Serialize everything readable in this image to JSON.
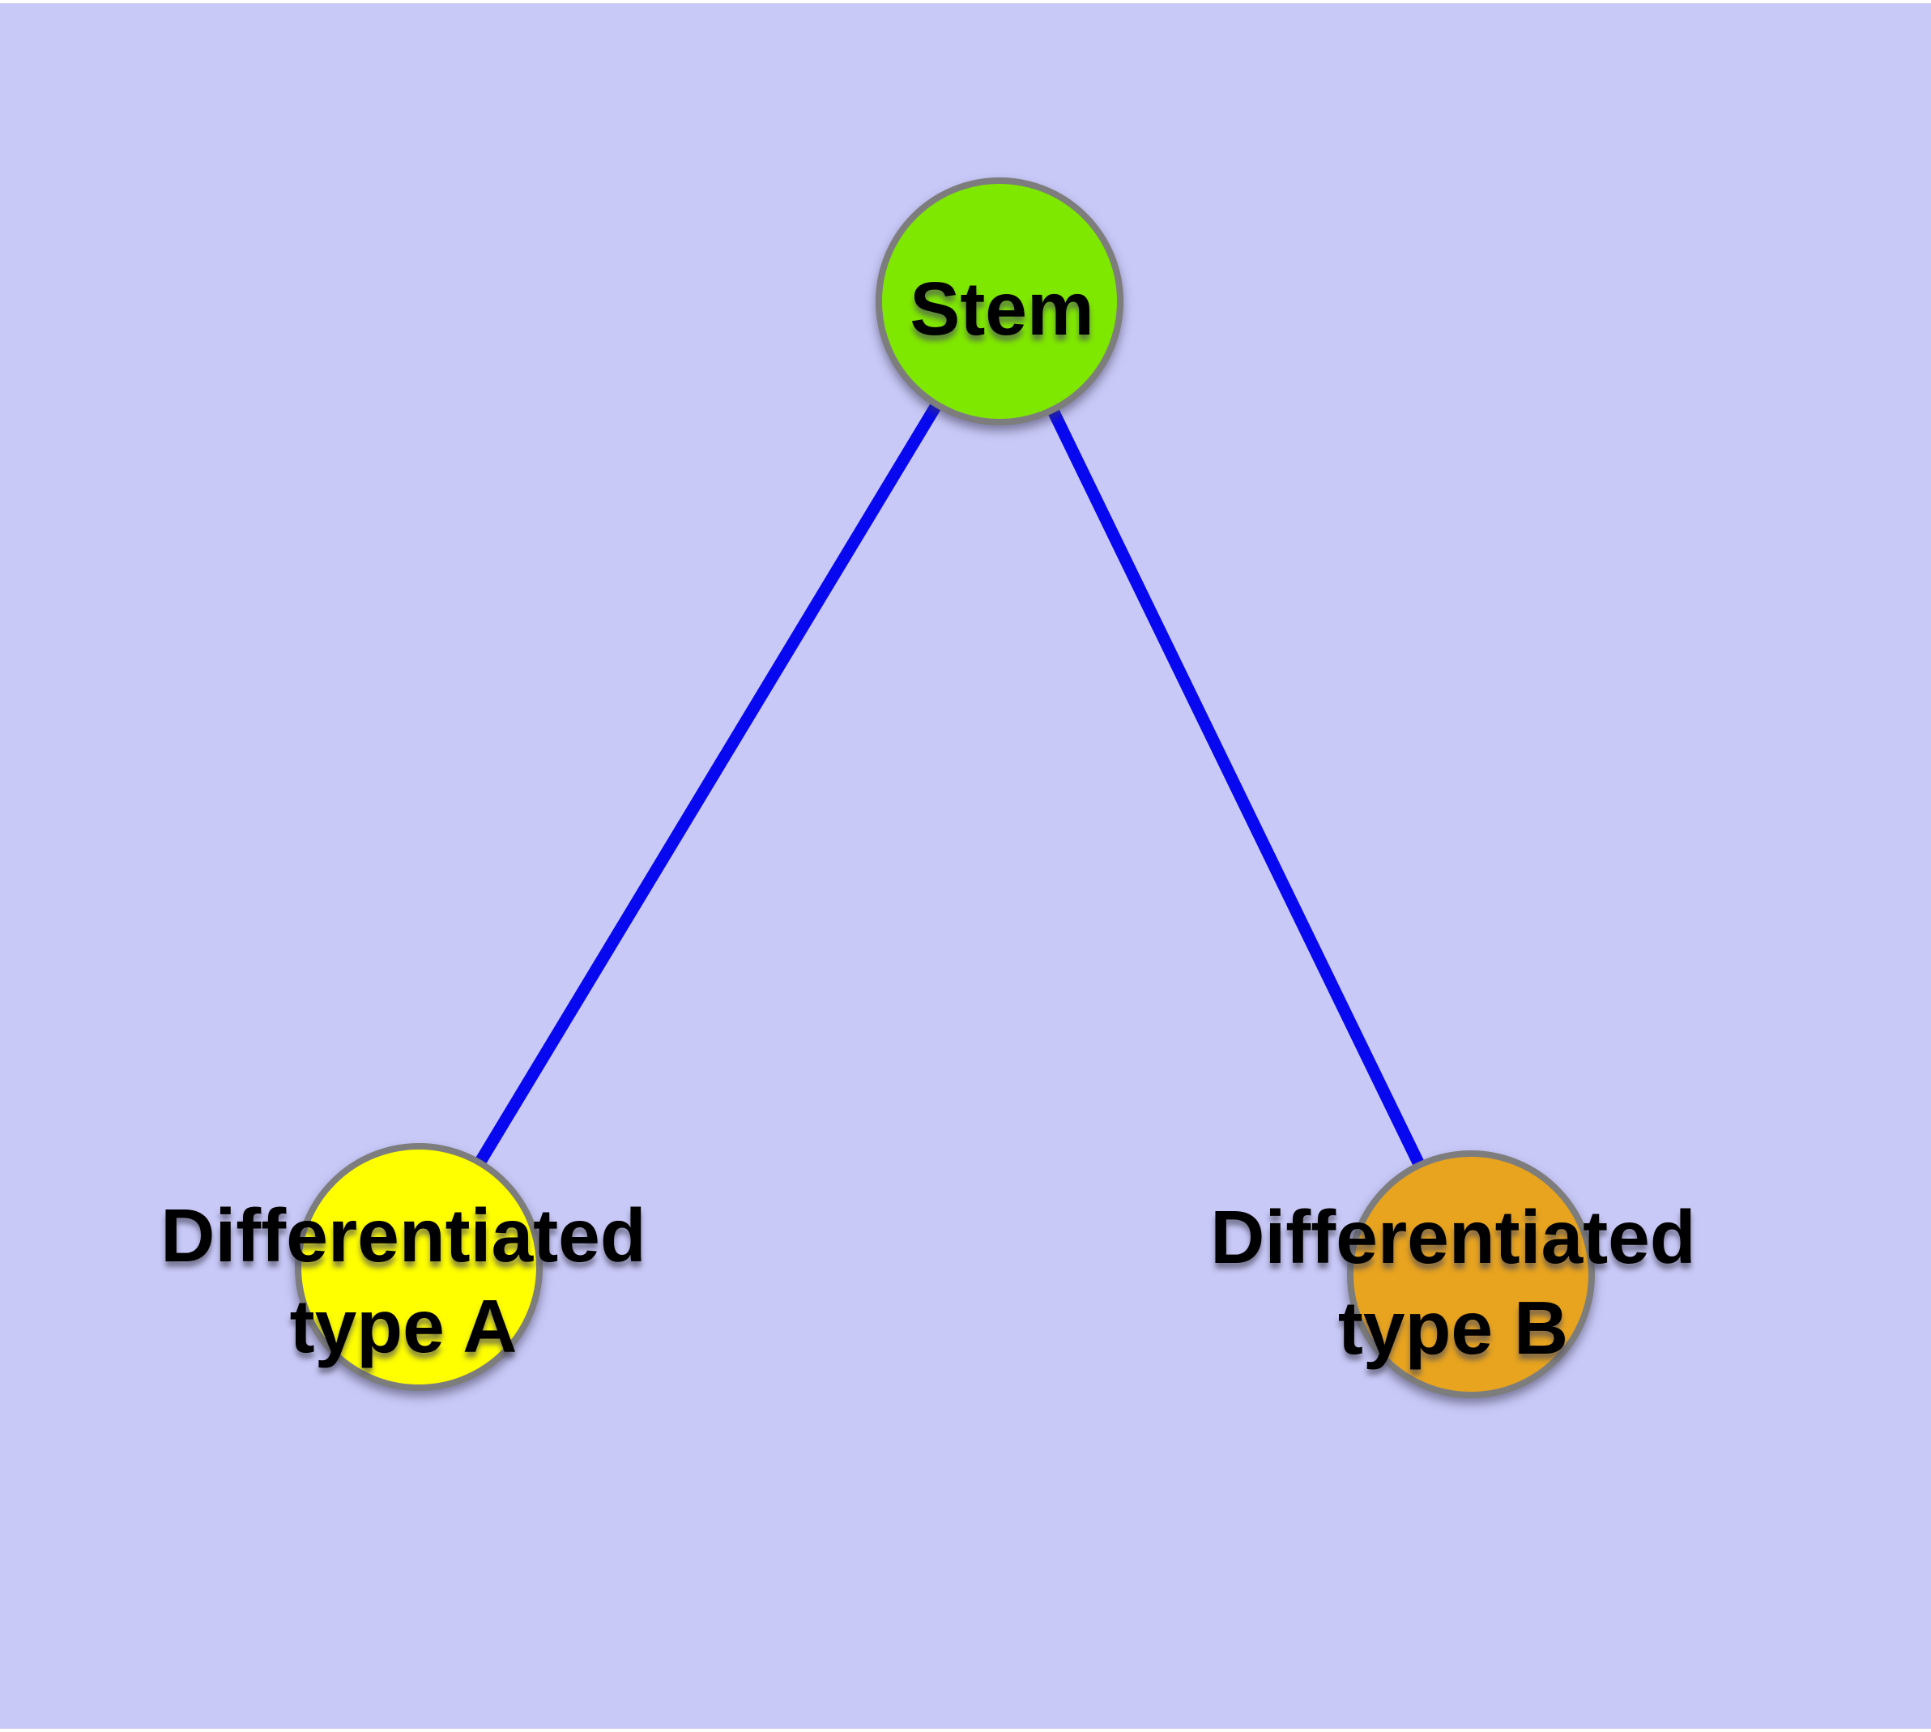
{
  "figure": {
    "type": "node-link-diagram",
    "description_topic": "stem cell differentiation graph"
  },
  "colors": {
    "bg": "#c9c9f8",
    "frame": "#ffffff",
    "edge": "#0808f0",
    "node_border": "#7d7d7d",
    "text": "#000000",
    "stem_fill": "#7fe800",
    "type_a_fill": "#ffff00",
    "type_b_fill": "#e8a41f"
  },
  "nodes": {
    "stem": {
      "id": "stem",
      "label": "Stem",
      "fill": "#7fe800"
    },
    "type_a": {
      "id": "type-a",
      "label_lines": [
        "Differentiated",
        "type A"
      ],
      "fill": "#ffff00"
    },
    "type_b": {
      "id": "type-b",
      "label_lines": [
        "Differentiated",
        "type B"
      ],
      "fill": "#e8a41f"
    }
  },
  "edges": [
    {
      "from": "stem",
      "to": "type-a",
      "color": "#0808f0"
    },
    {
      "from": "stem",
      "to": "type-b",
      "color": "#0808f0"
    }
  ]
}
